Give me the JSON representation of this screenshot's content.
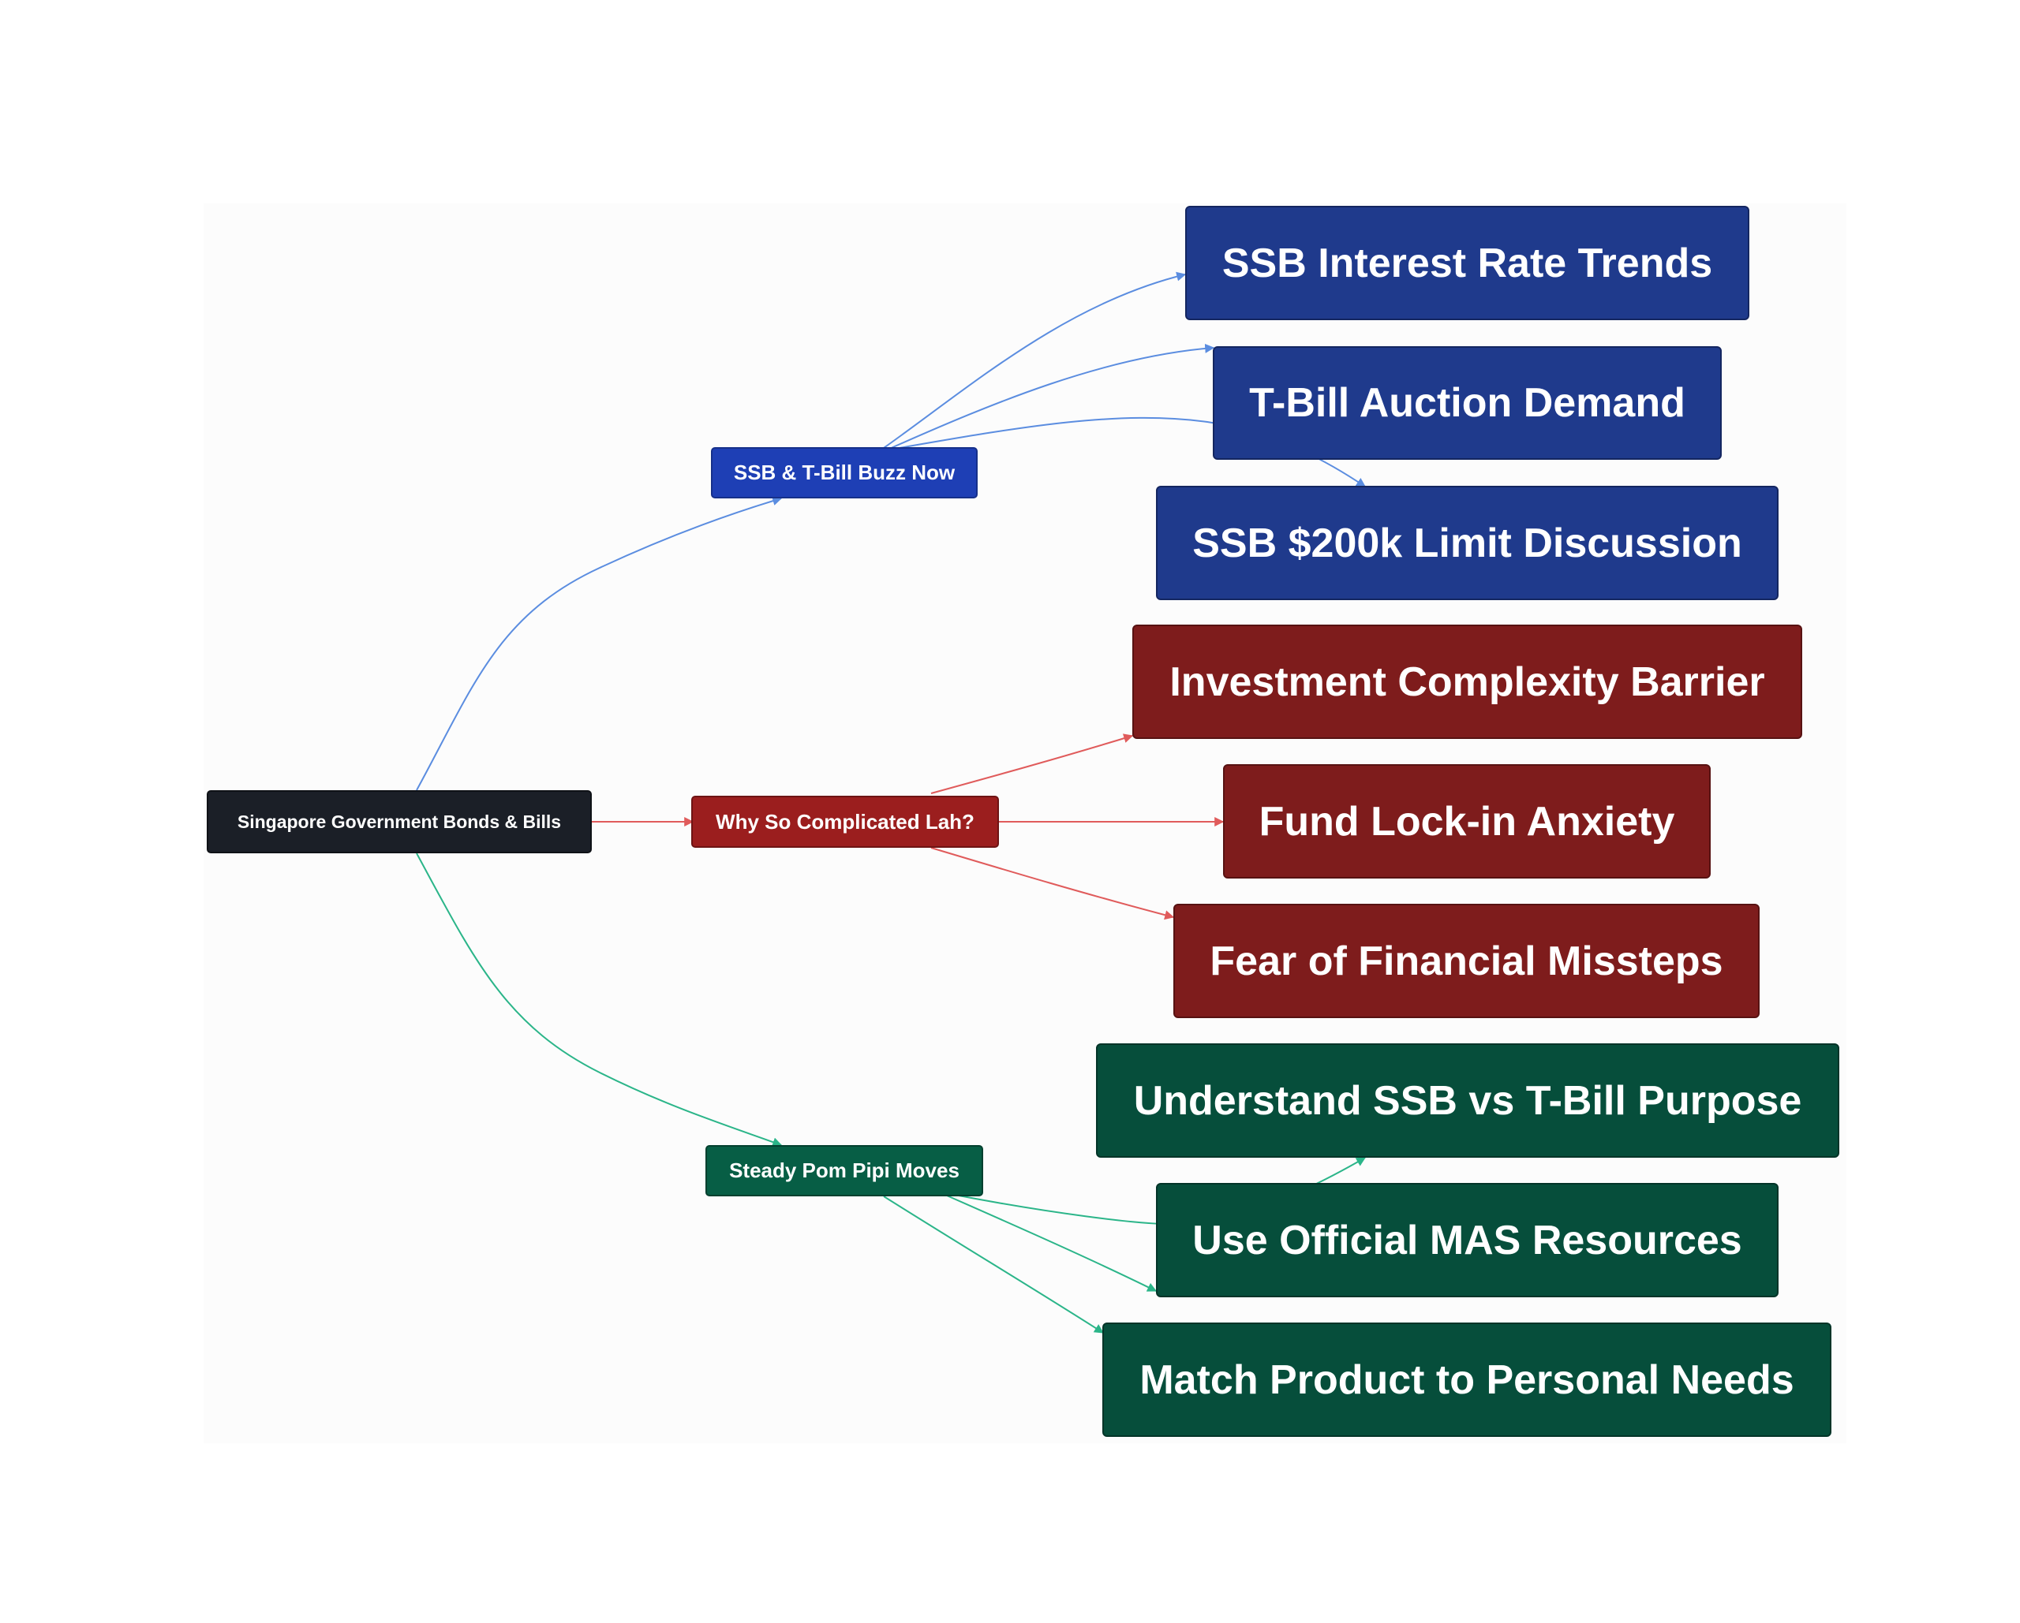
{
  "root": {
    "label": "Singapore Government Bonds & Bills"
  },
  "branches": [
    {
      "label": "SSB & T-Bill Buzz Now",
      "color": "#1e3fb5",
      "edge_color": "#5b8de0",
      "children": [
        "SSB Interest Rate Trends",
        "T-Bill Auction Demand",
        "SSB $200k Limit Discussion"
      ]
    },
    {
      "label": "Why So Complicated Lah?",
      "color": "#9b1e1e",
      "edge_color": "#e05b5b",
      "children": [
        "Investment Complexity Barrier",
        "Fund Lock-in Anxiety",
        "Fear of Financial Missteps"
      ]
    },
    {
      "label": "Steady Pom Pipi Moves",
      "color": "#075e45",
      "edge_color": "#2bb589",
      "children": [
        "Understand SSB vs T-Bill Purpose",
        "Use Official MAS Resources",
        "Match Product to Personal Needs"
      ]
    }
  ]
}
